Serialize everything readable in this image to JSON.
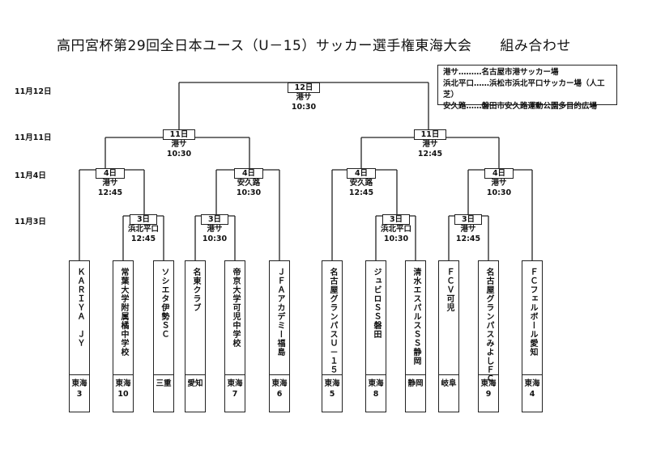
{
  "title": "高円宮杯第29回全日本ユース（U－15）サッカー選手権東海大会　　組み合わせ",
  "legend": [
    "港サ………名古屋市港サッカー場",
    "浜北平口……浜松市浜北平口サッカー場（人工芝）",
    "安久路……磐田市安久路運動公園多目的広場"
  ],
  "dates": [
    "11月12日",
    "11月11日",
    "11月4日",
    "11月3日"
  ],
  "matches": [
    {
      "day": "12日",
      "venue": "港サ",
      "time": "10:30"
    },
    {
      "day": "11日",
      "venue": "港サ",
      "time": "10:30"
    },
    {
      "day": "11日",
      "venue": "港サ",
      "time": "12:45"
    },
    {
      "day": "4日",
      "venue": "港サ",
      "time": "12:45"
    },
    {
      "day": "4日",
      "venue": "安久路",
      "time": "10:30"
    },
    {
      "day": "4日",
      "venue": "安久路",
      "time": "12:45"
    },
    {
      "day": "4日",
      "venue": "港サ",
      "time": "10:30"
    },
    {
      "day": "3日",
      "venue": "浜北平口",
      "time": "12:45"
    },
    {
      "day": "3日",
      "venue": "港サ",
      "time": "10:30"
    },
    {
      "day": "3日",
      "venue": "浜北平口",
      "time": "10:30"
    },
    {
      "day": "3日",
      "venue": "港サ",
      "time": "12:45"
    }
  ],
  "teams": [
    {
      "name": "ＫＡＲＩＹＡ　ＪＹ",
      "pref": "東海3"
    },
    {
      "name": "常葉大学附属橘中学校",
      "pref": "東海10"
    },
    {
      "name": "ソシエタ伊勢ＳＣ",
      "pref": "三重"
    },
    {
      "name": "名東クラブ",
      "pref": "愛知"
    },
    {
      "name": "帝京大学可児中学校",
      "pref": "東海7"
    },
    {
      "name": "ＪＦＡアカデミー福島",
      "pref": "東海6"
    },
    {
      "name": "名古屋グランパスＵ－１５",
      "pref": "東海5"
    },
    {
      "name": "ジュビロＳＳ磐田",
      "pref": "東海8"
    },
    {
      "name": "清水エスパルスＳＳ静岡",
      "pref": "静岡"
    },
    {
      "name": "ＦＣＶ可児",
      "pref": "岐阜"
    },
    {
      "name": "名古屋グランパスみよしＦＣ",
      "pref": "東海9"
    },
    {
      "name": "ＦＣフェルボール愛知",
      "pref": "東海4"
    }
  ]
}
